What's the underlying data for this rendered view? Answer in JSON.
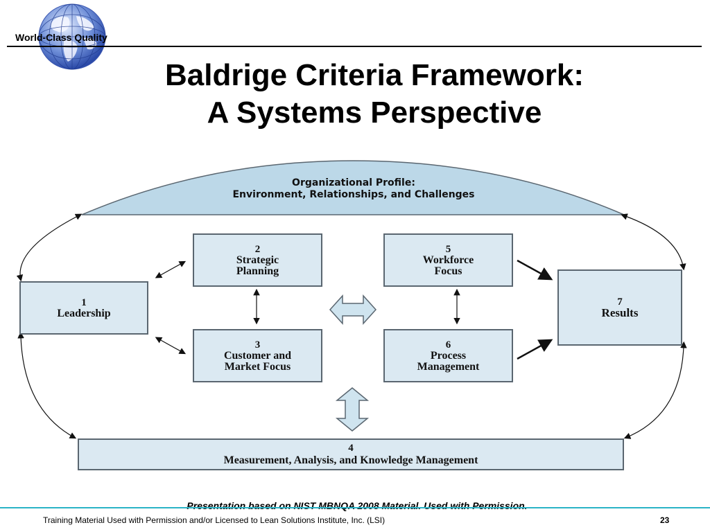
{
  "header": {
    "brand": "World-Class Quality",
    "title_line1": "Baldrige Criteria Framework:",
    "title_line2": "A Systems Perspective"
  },
  "diagram": {
    "profile": {
      "line1": "Organizational Profile:",
      "line2": "Environment, Relationships, and Challenges"
    },
    "boxes": [
      {
        "num": "1",
        "label1": "Leadership",
        "label2": ""
      },
      {
        "num": "2",
        "label1": "Strategic",
        "label2": "Planning"
      },
      {
        "num": "3",
        "label1": "Customer and",
        "label2": "Market Focus"
      },
      {
        "num": "4",
        "label1": "Measurement, Analysis, and Knowledge Management",
        "label2": ""
      },
      {
        "num": "5",
        "label1": "Workforce",
        "label2": "Focus"
      },
      {
        "num": "6",
        "label1": "Process",
        "label2": "Management"
      },
      {
        "num": "7",
        "label1": "Results",
        "label2": ""
      }
    ],
    "colors": {
      "box_fill": "#dbe9f2",
      "box_border": "#5a6670",
      "profile_fill": "#bcd8e8",
      "arrow_fill": "#cfe4ef"
    }
  },
  "footer": {
    "note": "Presentation based on NIST MBNQA 2008 Material.  Used with Permission.",
    "left": "Training Material Used with Permission and/or Licensed to Lean Solutions Institute, Inc. (LSI)",
    "page": "23",
    "rule_color": "#2ab3c6"
  }
}
